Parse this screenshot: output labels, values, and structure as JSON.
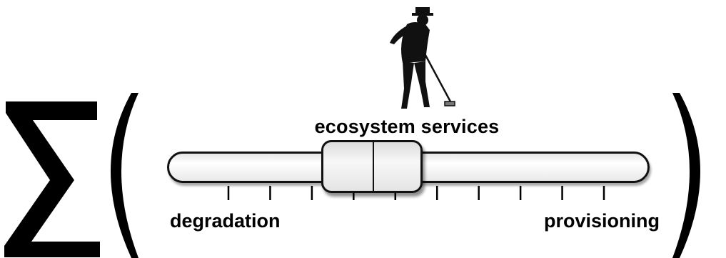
{
  "title": "ecosystem services",
  "scale": {
    "left_label": "degradation",
    "right_label": "provisioning",
    "tick_count": 10,
    "position": 0.35
  },
  "symbols": {
    "sum": "sigma-icon",
    "figure": "person-sweeping-icon"
  },
  "colors": {
    "ink": "#000000",
    "background": "#ffffff"
  }
}
